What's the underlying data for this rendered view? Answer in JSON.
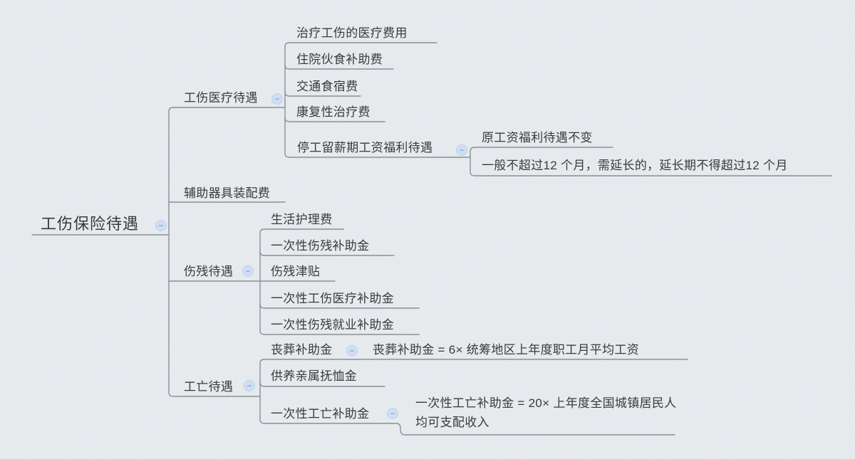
{
  "app": {
    "view": "mind-map"
  },
  "colors": {
    "background": "#e9edf0",
    "connector_line": "#8b9095",
    "node_text": "#3a3a3a",
    "collapse_button_bg": "#cfdff3",
    "collapse_button_fg": "#8fabd9"
  },
  "icons": {
    "collapse": "−"
  },
  "mindmap": {
    "root": {
      "label": "工伤保险待遇",
      "children": [
        {
          "label": "工伤医疗待遇",
          "children": [
            {
              "label": "治疗工伤的医疗费用"
            },
            {
              "label": "住院伙食补助费"
            },
            {
              "label": "交通食宿费"
            },
            {
              "label": "康复性治疗费"
            },
            {
              "label": "停工留薪期工资福利待遇",
              "children": [
                {
                  "label": "原工资福利待遇不变"
                },
                {
                  "label": "一般不超过12 个月，需延长的，延长期不得超过12 个月"
                }
              ]
            }
          ]
        },
        {
          "label": "辅助器具装配费"
        },
        {
          "label": "伤残待遇",
          "children": [
            {
              "label": "生活护理费"
            },
            {
              "label": "一次性伤残补助金"
            },
            {
              "label": "伤残津贴"
            },
            {
              "label": "一次性工伤医疗补助金"
            },
            {
              "label": "一次性伤残就业补助金"
            }
          ]
        },
        {
          "label": "工亡待遇",
          "children": [
            {
              "label": "丧葬补助金",
              "children": [
                {
                  "label": "丧葬补助金 =  6× 统筹地区上年度职工月平均工资"
                }
              ]
            },
            {
              "label": "供养亲属抚恤金"
            },
            {
              "label": "一次性工亡补助金",
              "children": [
                {
                  "label": "一次性工亡补助金 =  20× 上年度全国城镇居民人均可支配收入"
                }
              ]
            }
          ]
        }
      ]
    }
  }
}
